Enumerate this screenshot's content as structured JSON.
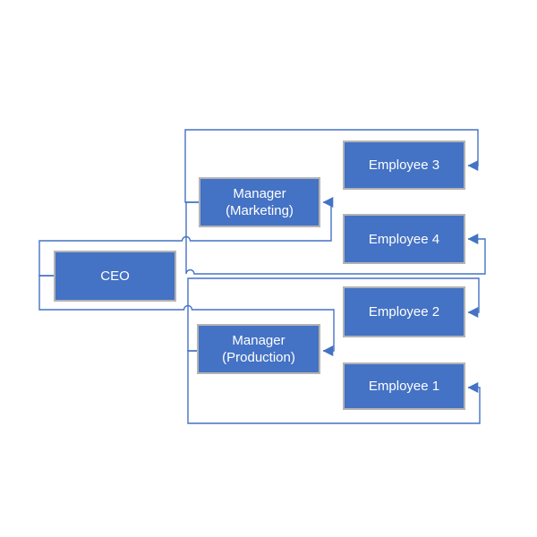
{
  "diagram": {
    "type": "org-chart",
    "background": "#FFFFFF",
    "colors": {
      "node_fill": "#4472C4",
      "node_border": "#B3B3B3",
      "connector": "#4472C4",
      "text": "#FFFFFF"
    },
    "nodes": [
      {
        "id": "ceo",
        "label": "CEO"
      },
      {
        "id": "manager-marketing",
        "label": "Manager (Marketing)"
      },
      {
        "id": "manager-production",
        "label": "Manager (Production)"
      },
      {
        "id": "employee-3",
        "label": "Employee 3"
      },
      {
        "id": "employee-4",
        "label": "Employee 4"
      },
      {
        "id": "employee-2",
        "label": "Employee 2"
      },
      {
        "id": "employee-1",
        "label": "Employee 1"
      }
    ],
    "edges": [
      {
        "from": "CEO",
        "to": "Manager (Marketing)"
      },
      {
        "from": "CEO",
        "to": "Manager (Production)"
      },
      {
        "from": "Manager (Marketing)",
        "to": "Employee 3"
      },
      {
        "from": "Manager (Marketing)",
        "to": "Employee 4"
      },
      {
        "from": "Manager (Production)",
        "to": "Employee 2"
      },
      {
        "from": "Manager (Production)",
        "to": "Employee 1"
      }
    ]
  }
}
